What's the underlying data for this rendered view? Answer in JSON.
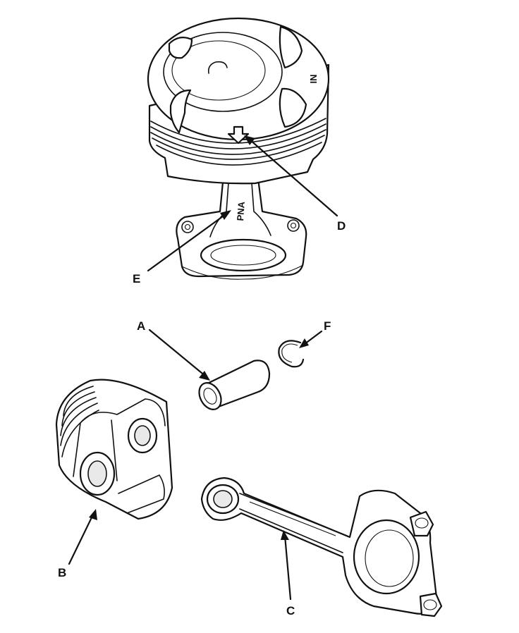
{
  "callouts": {
    "a": "A",
    "b": "B",
    "c": "C",
    "d": "D",
    "e": "E",
    "f": "F"
  },
  "markings": {
    "piston_crown": "NI",
    "rod": "PNA"
  }
}
